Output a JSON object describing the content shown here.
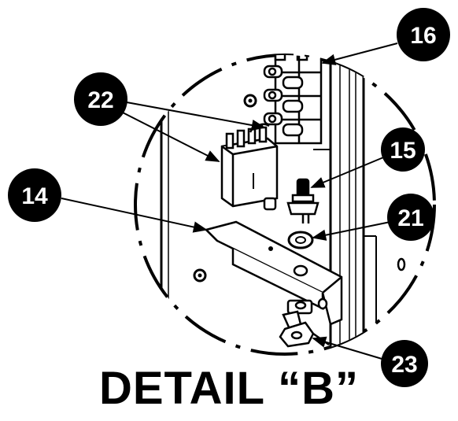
{
  "title": "DETAIL “B”",
  "callouts": [
    {
      "id": "16",
      "label": "16"
    },
    {
      "id": "22",
      "label": "22"
    },
    {
      "id": "15",
      "label": "15"
    },
    {
      "id": "14",
      "label": "14"
    },
    {
      "id": "21",
      "label": "21"
    },
    {
      "id": "23",
      "label": "23"
    }
  ],
  "colors": {
    "ink": "#000000",
    "paper": "#ffffff",
    "shade": "#bdbdbd"
  }
}
